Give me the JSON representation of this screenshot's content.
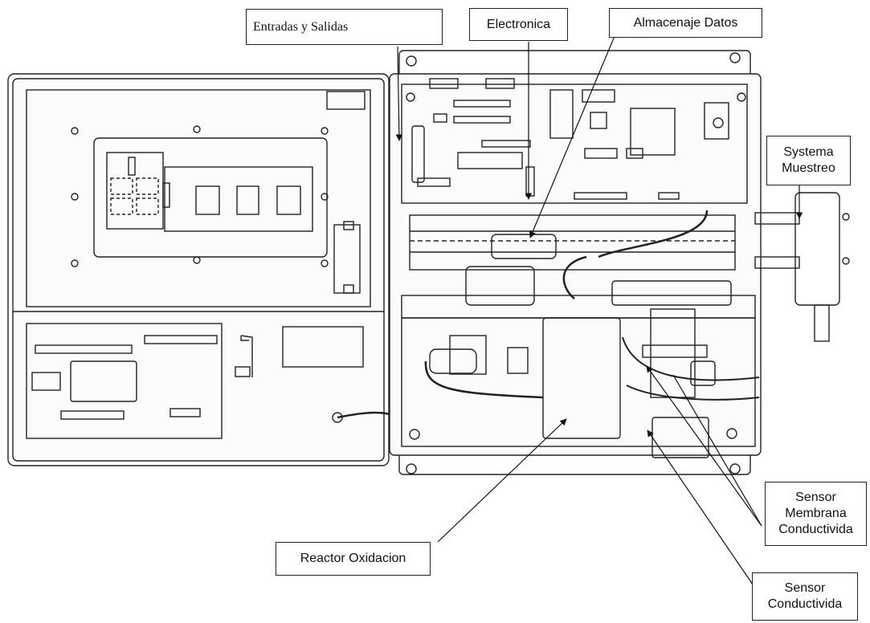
{
  "labels": {
    "io": "Entradas y Salidas",
    "electronics": "Electronica",
    "data_storage": "Almacenaje Datos",
    "sampling_system": "Systema\nMuestreo",
    "oxidation_reactor": "Reactor Oxidacion",
    "membrane_sensor": "Sensor\nMembrana\nConductivida",
    "conductivity_sensor": "Sensor\nConductivida"
  },
  "colors": {
    "line": "#222222",
    "background": "#ffffff",
    "panel_fill": "#f4f4f4"
  }
}
